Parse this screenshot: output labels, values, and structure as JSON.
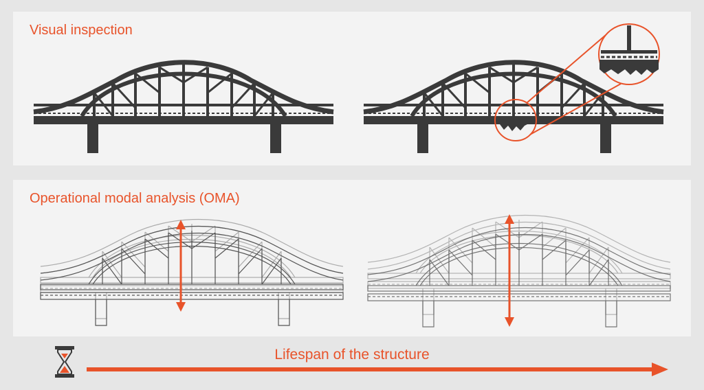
{
  "top_panel": {
    "title": "Visual inspection"
  },
  "bottom_panel": {
    "title": "Operational modal analysis (OMA)"
  },
  "footer": {
    "label": "Lifespan of the structure"
  },
  "colors": {
    "accent": "#e8532a",
    "bridge": "#3a3a3a",
    "panel": "#f3f3f3",
    "background": "#e6e6e6"
  },
  "icons": [
    "hourglass-icon",
    "lifespan-arrow",
    "vibration-arrow",
    "magnifier-circle"
  ]
}
